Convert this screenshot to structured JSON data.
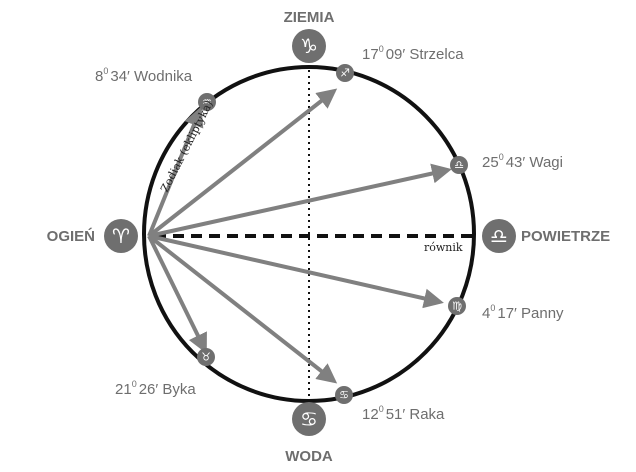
{
  "colors": {
    "circle": "#111111",
    "arrow": "#808080",
    "badge": "#6f6f6f",
    "label": "#6e6e6e",
    "equator": "#111111",
    "meridian": "#111111"
  },
  "diagram": {
    "zodiac_label": "Zodiak (ekliptyka)",
    "equator_label": "równik",
    "elements": {
      "top": {
        "label": "ZIEMIA",
        "symbol": "♑",
        "icon": "capricorn-icon"
      },
      "left": {
        "label": "OGIEŃ",
        "symbol": "♈",
        "icon": "aries-icon"
      },
      "right": {
        "label": "POWIETRZE",
        "symbol": "♎",
        "icon": "libra-icon"
      },
      "bottom": {
        "label": "WODA",
        "symbol": "♋",
        "icon": "cancer-icon"
      }
    },
    "positions": [
      {
        "id": "strzelca",
        "deg": "17",
        "rest": "09′ Strzelca",
        "symbol": "♐",
        "icon": "sagittarius-icon"
      },
      {
        "id": "wodnika",
        "deg": "8",
        "rest": "34′ Wodnika",
        "symbol": "♒",
        "icon": "aquarius-icon"
      },
      {
        "id": "wagi",
        "deg": "25",
        "rest": "43′ Wagi",
        "symbol": "♎",
        "icon": "libra-icon"
      },
      {
        "id": "panny",
        "deg": "4",
        "rest": "17′ Panny",
        "symbol": "♍",
        "icon": "virgo-icon"
      },
      {
        "id": "byka",
        "deg": "21",
        "rest": "26′ Byka",
        "symbol": "♉",
        "icon": "taurus-icon"
      },
      {
        "id": "raka",
        "deg": "12",
        "rest": "51′ Raka",
        "symbol": "♋",
        "icon": "cancer-icon"
      }
    ]
  }
}
